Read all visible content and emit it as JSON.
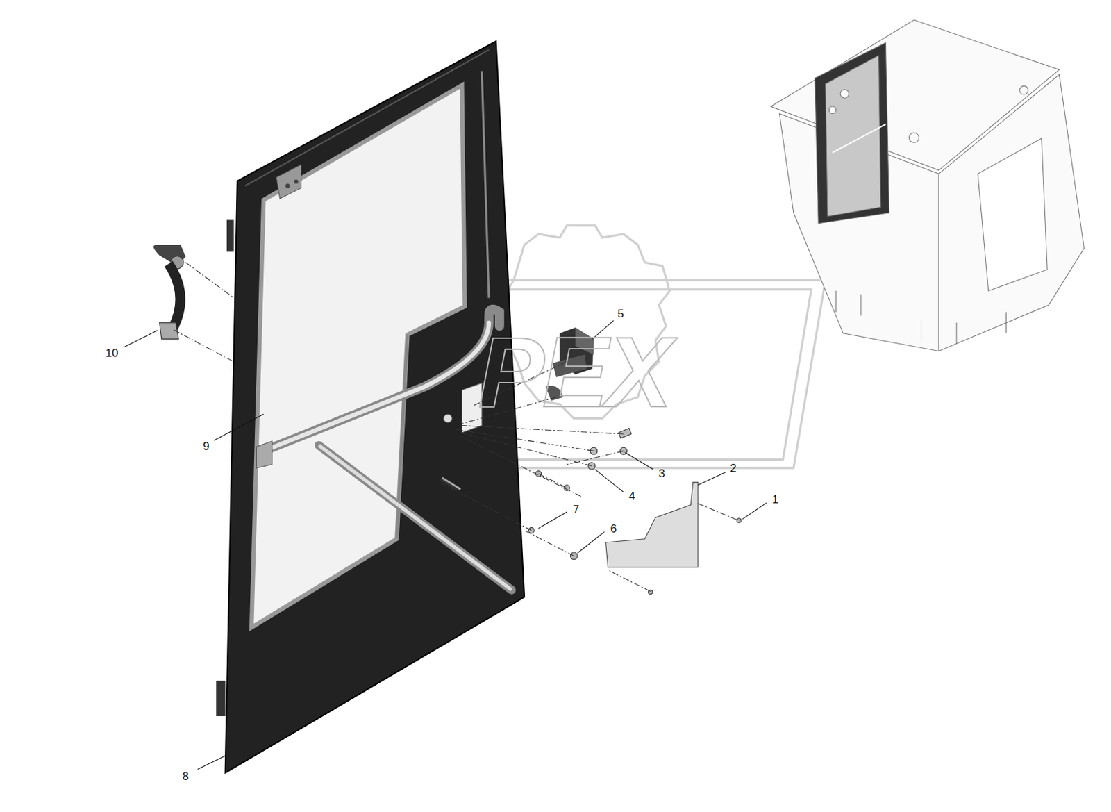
{
  "diagram": {
    "labels": [
      "5",
      "10",
      "9",
      "2",
      "3",
      "4",
      "1",
      "7",
      "6",
      "8",
      "PEX"
    ]
  }
}
